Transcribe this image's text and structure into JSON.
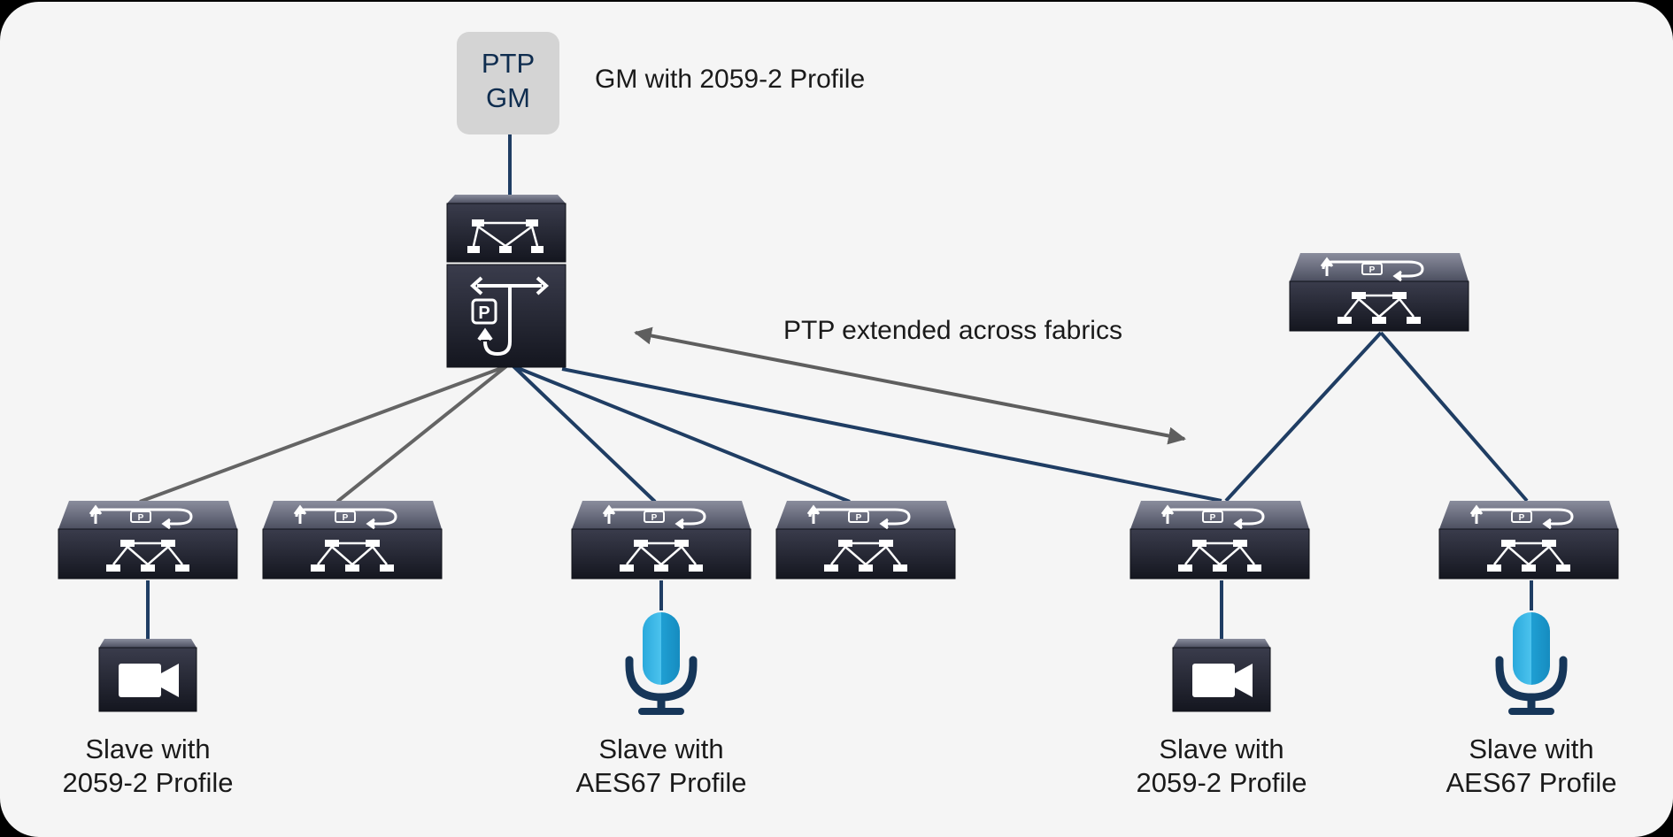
{
  "colors": {
    "background": "#f5f5f5",
    "link_blue": "#1f3d63",
    "link_gray": "#646464",
    "arrow_gray": "#5e5e5e",
    "gm_box": "#d4d4d4",
    "gm_text": "#0f2d4f",
    "device_dark": "#1e2030",
    "mic_light": "#35b6e6",
    "mic_dark": "#163659"
  },
  "gm": {
    "line1": "PTP",
    "line2": "GM",
    "caption": "GM with 2059-2 Profile"
  },
  "fabric_label": "PTP extended across fabrics",
  "devices": {
    "spine_left": {
      "icon": "ptp-boundary-spine-icon"
    },
    "spine_right": {
      "icon": "ptp-switch-icon"
    },
    "leaf_switches": [
      {
        "icon": "ptp-switch-icon"
      },
      {
        "icon": "ptp-switch-icon"
      },
      {
        "icon": "ptp-switch-icon"
      },
      {
        "icon": "ptp-switch-icon"
      },
      {
        "icon": "ptp-switch-icon"
      },
      {
        "icon": "ptp-switch-icon"
      }
    ],
    "endpoints": [
      {
        "icon": "video-camera-icon",
        "line1": "Slave with",
        "line2": "2059-2 Profile"
      },
      {
        "icon": "microphone-icon",
        "line1": "Slave with",
        "line2": "AES67 Profile"
      },
      {
        "icon": "video-camera-icon",
        "line1": "Slave with",
        "line2": "2059-2 Profile"
      },
      {
        "icon": "microphone-icon",
        "line1": "Slave with",
        "line2": "AES67 Profile"
      }
    ]
  }
}
